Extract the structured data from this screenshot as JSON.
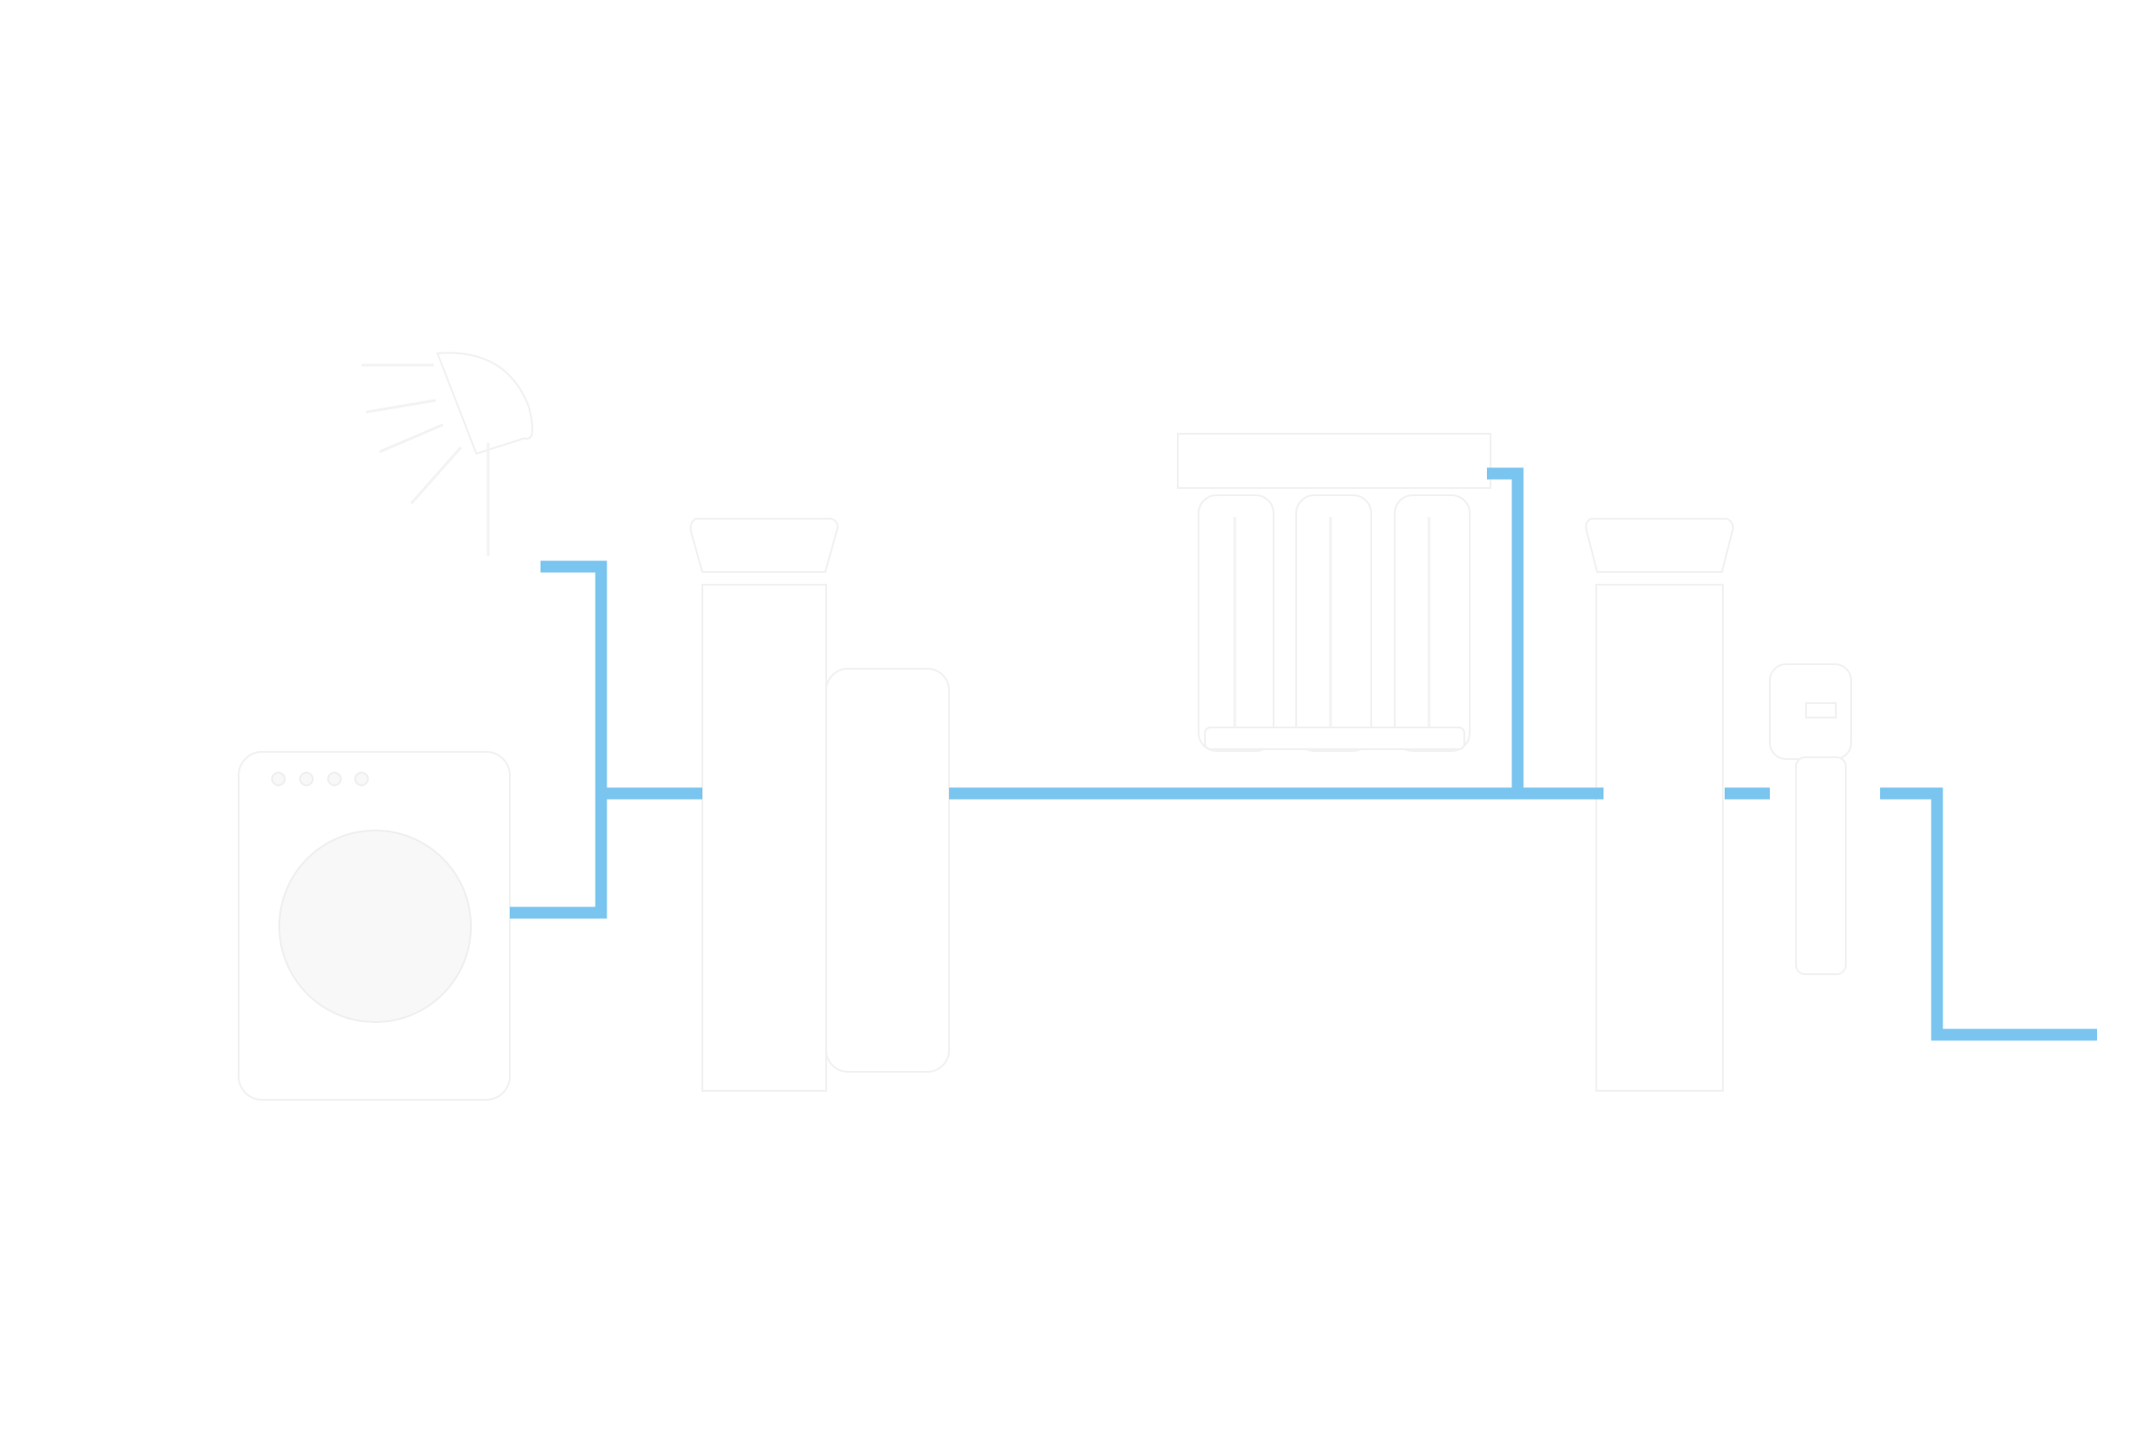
{
  "diagram": {
    "title": "",
    "wire_color": "#7AC5EF",
    "device_outline_color": "#F1F1F1",
    "devices": [
      {
        "id": "satellite-dish",
        "kind": "satellite-dish",
        "label": ""
      },
      {
        "id": "washing-machine",
        "kind": "washing-machine",
        "label": ""
      },
      {
        "id": "lamp-left",
        "kind": "pillar-lamp",
        "label": ""
      },
      {
        "id": "controller-box",
        "kind": "device-box",
        "label": ""
      },
      {
        "id": "radiator",
        "kind": "radiator",
        "label": ""
      },
      {
        "id": "lamp-right",
        "kind": "pillar-lamp",
        "label": ""
      },
      {
        "id": "sensor",
        "kind": "wall-sensor",
        "label": ""
      }
    ],
    "connections": [
      {
        "from": "washing-machine",
        "to": "lamp-left"
      },
      {
        "from": "lamp-left",
        "to": "radiator"
      },
      {
        "from": "radiator",
        "to": "lamp-right"
      },
      {
        "from": "lamp-right",
        "to": "sensor"
      },
      {
        "from": "sensor",
        "to": "exit"
      }
    ]
  }
}
